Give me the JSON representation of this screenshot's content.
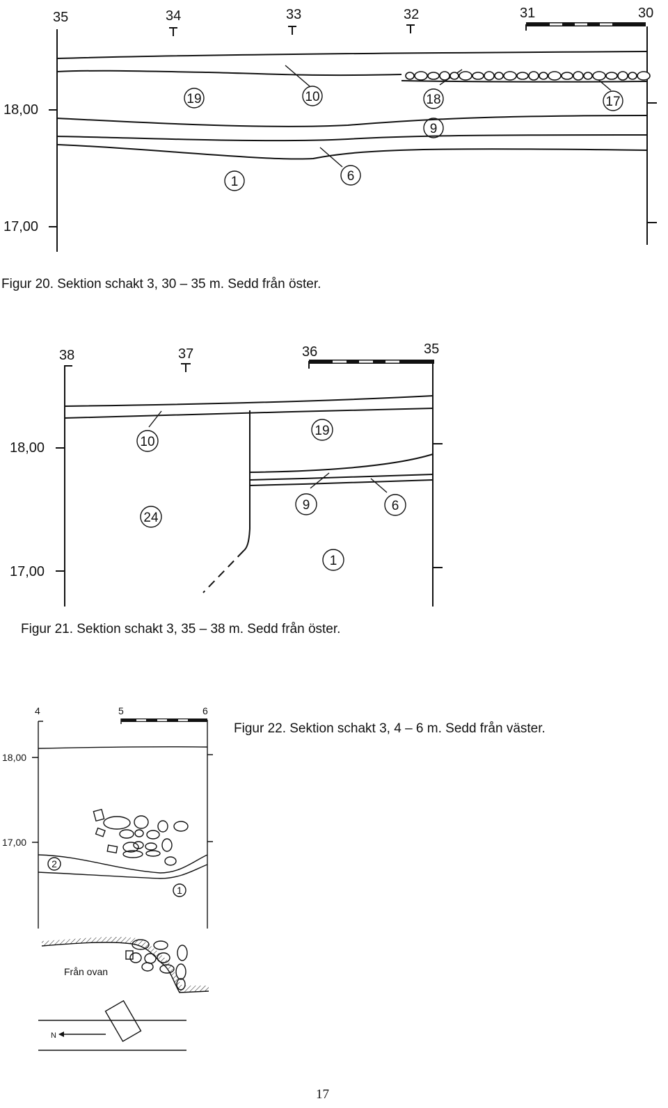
{
  "figure20": {
    "caption": "Figur 20. Sektion schakt 3, 30 – 35 m. Sedd från öster.",
    "stations": [
      "35",
      "34",
      "33",
      "32",
      "31",
      "30"
    ],
    "elevations": [
      "18,00",
      "17,00"
    ],
    "layers": [
      "19",
      "10",
      "18",
      "17",
      "9",
      "1",
      "6"
    ]
  },
  "figure21": {
    "caption": "Figur 21. Sektion schakt 3, 35 – 38 m. Sedd från öster.",
    "stations": [
      "38",
      "37",
      "36",
      "35"
    ],
    "elevations": [
      "18,00",
      "17,00"
    ],
    "layers": [
      "10",
      "19",
      "24",
      "9",
      "6",
      "1"
    ]
  },
  "figure22": {
    "caption": "Figur 22. Sektion schakt 3, 4 – 6 m. Sedd från väster.",
    "stations": [
      "4",
      "5",
      "6"
    ],
    "elevations": [
      "18,00",
      "17,00"
    ],
    "layers": [
      "2",
      "1"
    ],
    "plan_label": "Från ovan",
    "north_label": "N"
  },
  "page_number": "17"
}
